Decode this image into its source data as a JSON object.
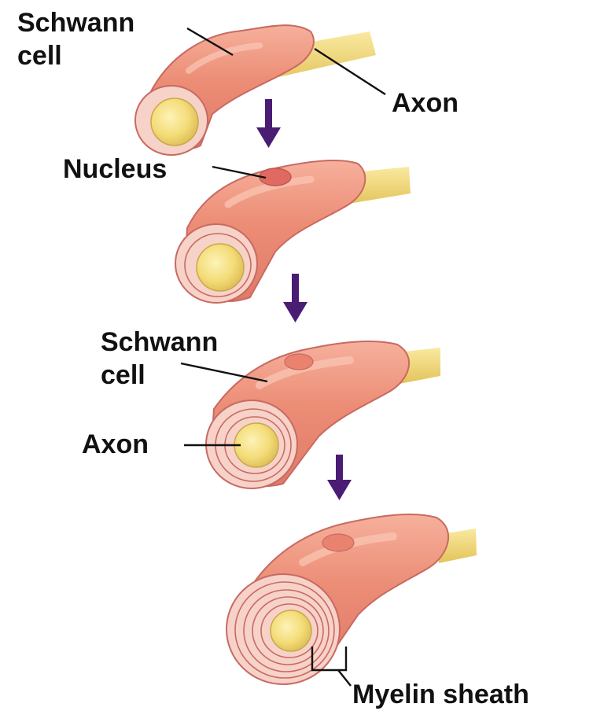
{
  "labels": {
    "schwann_cell_1": [
      "Schwann",
      "cell"
    ],
    "axon_1": "Axon",
    "nucleus": "Nucleus",
    "schwann_cell_2": [
      "Schwann",
      "cell"
    ],
    "axon_2": "Axon",
    "myelin_sheath": "Myelin sheath"
  },
  "colors": {
    "cell_body": "#ec8d76",
    "cell_highlight": "#f9b7a2",
    "cell_edge": "#c86a62",
    "axon": "#f4dc78",
    "axon_core": "#f7e58a",
    "arrow": "#4a1c73"
  },
  "stages": 4,
  "icons": [
    "down-arrow-icon"
  ]
}
